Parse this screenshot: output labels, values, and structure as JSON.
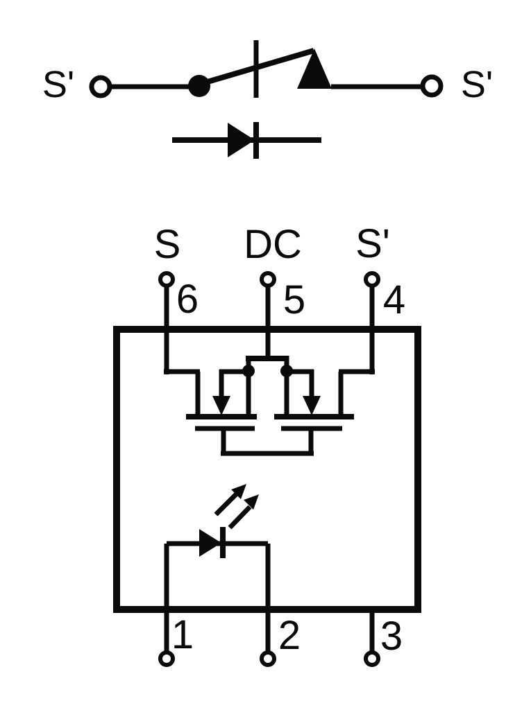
{
  "colors": {
    "background": "#ffffff",
    "line": "#0a0a0a"
  },
  "switch_symbol": {
    "left_terminal_label": "S'",
    "right_terminal_label": "S'"
  },
  "package": {
    "top_pins": [
      {
        "number": "6",
        "label": "S"
      },
      {
        "number": "5",
        "label": "DC"
      },
      {
        "number": "4",
        "label": "S'"
      }
    ],
    "bottom_pins": [
      {
        "number": "1"
      },
      {
        "number": "2"
      },
      {
        "number": "3"
      }
    ]
  }
}
